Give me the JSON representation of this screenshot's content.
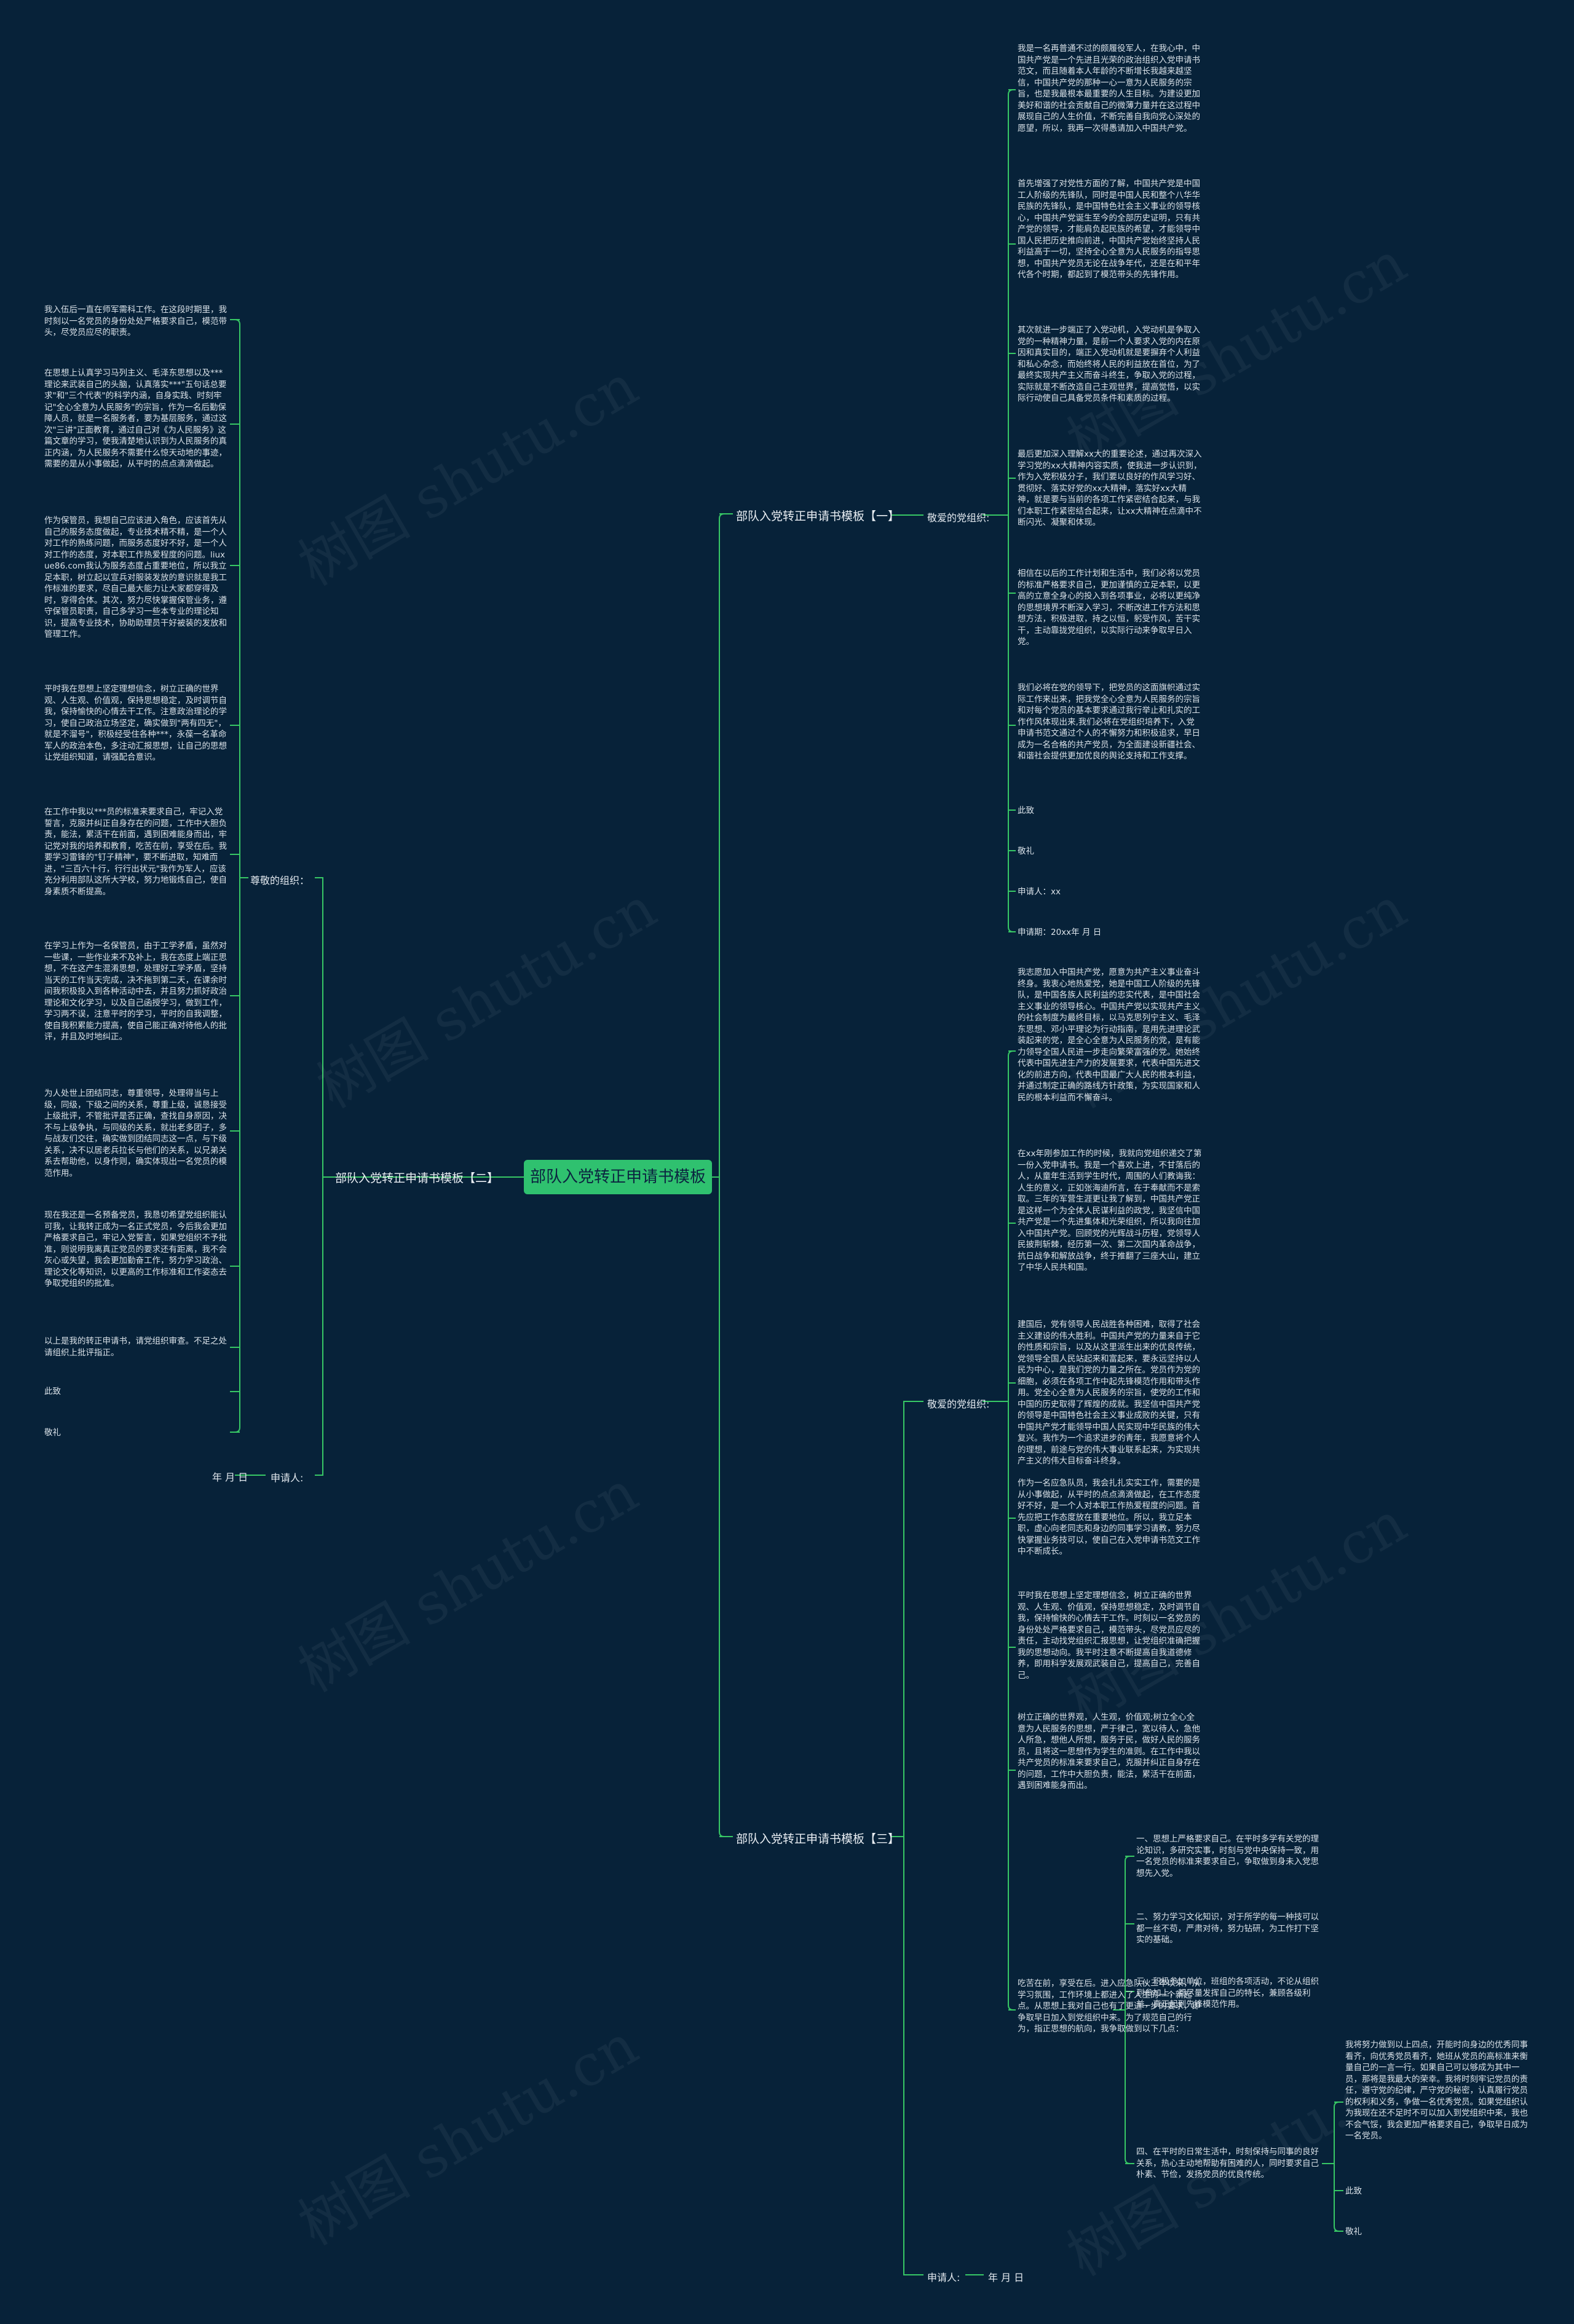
{
  "root": "部队入党转正申请书模板",
  "branches": {
    "b1": "部队入党转正申请书模板【一】",
    "b2": "部队入党转正申请书模板【二】",
    "b3": "部队入党转正申请书模板【三】"
  },
  "b1": {
    "salutation": "敬爱的党组织:",
    "paras": [
      "我是一名再普通不过的颇履役军人，在我心中，中国共产党是一个先进且光荣的政治组织入党申请书范文，而且随着本人年龄的不断增长我越来越坚信，中国共产党的那种一心一意为人民服务的宗旨，也是我最根本最重要的人生目标。为建设更加美好和谐的社会贡献自己的微薄力量并在这过程中展现自己的人生价值，不断完善自我向党心深处的愿望，所以，我再一次得愚请加入中国共产党。",
      "首先增强了对党性方面的了解，中国共产党是中国工人阶级的先锋队，同时是中国人民和整个八华华民族的先锋队，是中国特色社会主义事业的领导核心，中国共产党诞生至今的全部历史证明，只有共产党的领导，才能肩负起民族的希望，才能领导中国人民把历史推向前进，中国共产党始终坚持人民利益高于一切，坚持全心全意为人民服务的指导思想，中国共产党员无论在战争年代，还是在和平年代各个时期，都起到了模范带头的先锋作用。",
      "其次就进一步端正了入党动机，入党动机是争取入党的一种精神力量，是前一个人要求入党的内在原因和真实目的，端正入党动机就是要摒弃个人利益和私心杂念，而始终将人民的利益放在首位，为了最终实现共产主义而奋斗终生，争取入党的过程，实际就是不断改造自己主观世界，提高觉悟，以实际行动使自己具备党员条件和素质的过程。",
      "最后更加深入理解xx大的重要论述，通过再次深入学习党的xx大精神内容实质，使我进一步认识到，作为入党积极分子，我们要以良好的作风学习好、贯彻好、落实好党的xx大精神，落实好xx大精神，就是要与当前的各项工作紧密结合起来，与我们本职工作紧密结合起来，让xx大精神在点滴中不断闪光、凝聚和体现。",
      "相信在以后的工作计划和生活中，我们必将以党员的标准严格要求自己，更加谨慎的立足本职，以更高的立意全身心的投入到各项事业，必将以更纯净的思想境界不断深入学习，不断改进工作方法和思想方法，积极进取，持之以恒，躬受作风，苦干实干，主动靠拢党组织，以实际行动来争取早日入党。",
      "我们必将在党的领导下，把党员的这面旗帜通过实际工作来出来，把我党全心全意为人民服务的宗旨和对每个党员的基本要求通过我行举止和扎实的工作作风体现出来,我们必将在党组织培养下，入党申请书范文通过个人的不懈努力和积极追求，早日成为一名合格的共产党员，为全面建设新疆社会、和谐社会提供更加优良的舆论支持和工作支撑。",
      "此致",
      "敬礼",
      "申请人：xx",
      "申请期：20xx年 月 日"
    ]
  },
  "b2": {
    "salutation": "尊敬的组织：",
    "applicant": "申请人:",
    "date": "年 月 日",
    "paras": [
      "我入伍后一直在师军需科工作。在这段时期里，我时刻以一名党员的身份处处严格要求自己，模范带头，尽党员应尽的职责。",
      "在思想上认真学习马列主义、毛泽东思想以及***理论来武装自己的头脑，认真落实***\"五句话总要求\"和\"三个代表\"的科学内涵，自身实践、时刻牢记\"全心全意为人民服务\"的宗旨，作为一名后勤保障人员，就是一名服务者，要为基层服务，通过这次\"三讲\"正面教育，通过自己对《为人民服务》这篇文章的学习，使我清楚地认识到为人民服务的真正内涵，为人民服务不需要什么惊天动地的事迹，需要的是从小事做起，从平时的点点滴滴做起。",
      "作为保管员，我想自己应该进入角色，应该首先从自己的服务态度做起，专业技术精不精，是一个人对工作的熟练问题，而服务态度好不好，是一个人对工作的态度，对本职工作热爱程度的问题。liuxue86.com我认为服务态度占重要地位，所以我立足本职，树立起以宣兵对服装发放的意识就是我工作标准的要求，尽自己最大能力让大家都穿得及时，穿得合体。其次，努力尽快掌握保管业务，遵守保管员职责，自己多学习一些本专业的理论知识，提高专业技术，协助助理员干好被装的发放和管理工作。",
      "平时我在思想上坚定理想信念，树立正确的世界观、人生观、价值观，保持思想稳定，及时调节自我，保持愉快的心情去干工作。注意政治理论的学习，使自己政治立场坚定，确实做到\"两有四无\"，就是不溜号\"，积极经受住各种***，永葆一名革命军人的政治本色，多注动汇报思想，让自己的思想让党组织知道，请强配合意识。",
      "在工作中我以***员的标准来要求自己，牢记入党誓言，克服并纠正自身存在的问题，工作中大胆负责，能法，累活干在前面，遇到困难能身而出，牢记党对我的培养和教育，吃苦在前，享受在后。我要学习雷锋的\"钉子精神\"，要不断进取，知难而进，\"三百六十行，行行出状元\"我作为军人，应该充分利用部队这所大学校，努力地锻炼自己，使自身素质不断提高。",
      "在学习上作为一名保管员，由于工学矛盾，虽然对一些课，一些作业来不及补上，我在态度上端正思想，不在这产生混淆思想，处理好工学矛盾，坚持当天的工作当天完成，决不拖到第二天，在课余时间我积极投入到各种活动中去，并且努力抓好政治理论和文化学习，以及自己函授学习，做到工作，学习两不误，注意平时的学习，平时的自我调整，使自我积累能力提高，使自己能正确对待他人的批评，并且及时地纠正。",
      "为人处世上团结同志，尊重领导，处理得当与上级，同级，下级之间的关系，尊重上级，诚恳接受上级批评，不管批评是否正确，查找自身原因，决不与上级争执，与同级的关系，就出老多团子，多与战友们交往，确实做到团结同志这一点，与下级关系，决不以居老兵拉长与他们的关系，以兄弟关系去帮助他，以身作则，确实体现出一名党员的模范作用。",
      "现在我还是一名预备党员，我恳切希望党组织能认可我，让我转正成为一名正式党员，今后我会更加严格要求自己，牢记入党誓言，如果党组织不予批准，则说明我离真正党员的要求还有距离，我不会灰心或失望，我会更加勤奋工作，努力学习政治、理论文化等知识，以更高的工作标准和工作姿态去争取党组织的批准。",
      "以上是我的转正申请书，请党组织审查。不足之处请组织上批评指正。",
      "此致",
      "敬礼"
    ]
  },
  "b3": {
    "salutation": "敬爱的党组织:",
    "applicant": "申请人:",
    "date": "年 月 日",
    "paras": [
      "我志愿加入中国共产党，愿意为共产主义事业奋斗终身。我衷心地热爱党，她是中国工人阶级的先锋队，是中国各族人民利益的忠实代表，是中国社会主义事业的领导核心。中国共产党以实现共产主义的社会制度为最终目标，以马克思列宁主义、毛泽东思想、邓小平理论为行动指南，是用先进理论武装起来的党，是全心全意为人民服务的党，是有能力领导全国人民进一步走向繁荣富强的党。她始终代表中国先进生产力的发展要求，代表中国先进文化的前进方向，代表中国最广大人民的根本利益，并通过制定正确的路线方针政策，为实现国家和人民的根本利益而不懈奋斗。",
      "在xx年刚参加工作的时候，我就向党组织递交了第一份入党申请书。我是一个喜欢上进，不甘落后的人，从童年生活到学生时代，周围的人们教诲我：人生的意义，正如张海迪所言，在于奉献而不是索取。三年的军营生涯更让我了解到，中国共产党正是这样一个为全体人民谋利益的政党，我坚信中国共产党是一个先进集体和光荣组织，所以我向往加入中国共产党。回顾党的光辉战斗历程，党领导人民披荆斩棘，经历第一次、第二次国内革命战争，抗日战争和解放战争，终于推翻了三座大山，建立了中华人民共和国。",
      "建国后，党有领导人民战胜各种困难，取得了社会主义建设的伟大胜利。中国共产党的力量来自于它的性质和宗旨，以及从这里派生出来的优良传统，党领导全国人民站起来和富起来，要永远坚持以人民为中心，是我们党的力量之所在。党员作为党的细胞，必须在各项工作中起先锋模范作用和带头作用。党全心全意为人民服务的宗旨，使党的工作和中国的历史取得了辉煌的成就。我坚信中国共产党的领导是中国特色社会主义事业成败的关键，只有中国共产党才能领导中国人民实现中华民族的伟大复兴。我作为一个追求进步的青年，我愿意将个人的理想，前途与党的伟大事业联系起来，为实现共产主义的伟大目标奋斗终身。",
      "作为一名应急队员，我会扎扎实实工作，需要的是从小事做起，从平时的点点滴滴做起，在工作态度好不好，是一个人对本职工作热爱程度的问题。首先应把工作态度放在重要地位。所以，我立足本职，虚心向老同志和身边的同事学习请教，努力尽快掌握业务技可以，使自己在入党申请书范文工作中不断成长。",
      "平时我在思想上坚定理想信念，树立正确的世界观、人生观、价值观，保持思想稳定，及时调节自我，保持愉快的心情去干工作。时刻以一名党员的身份处处严格要求自己，模范带头，尽党员应尽的责任，主动找党组织汇报思想，让党组织准确把握我的思想动向。我平时注意不断提高自我道德修养，即用科学发展观武装自己，提高自己，完善自己。",
      "树立正确的世界观，人生观，价值观;树立全心全意为人民服务的思想，严于律己，宽以待人，急他人所急，想他人所想，服务于民，做好人民的服务员，且将这一思想作为学生的准则。在工作中我以共产党员的标准来要求自己，克服并纠正自身存在的问题，工作中大胆负责，能法，累活干在前面，遇到困难能身而出。",
      "吃苦在前，享受在后。进入应急队伙三年以来，从学习氛围，工作环境上都进入了人生的一个新起点。从思想上我对自己也有了更进一步的要求，即争取早日加入到党组织中来。为了规范自己的行为，指正思想的航向，我争取做到以下几点："
    ],
    "points": [
      "一、思想上严格要求自己。在平时多学有关党的理论知识，多研究实事，时刻与党中央保持一致，用一名党员的标准来要求自己，争取做到身未入党思想先入党。",
      "二、努力学习文化知识，对于所学的每一种技可以都一丝不苟，严肃对待，努力钻研，为工作打下坚实的基础。",
      "三、积极参加单位，班组的各项活动，不论从组织到参加上，都尽量发挥自己的特长，兼顾各级利益，真正起到先锋模范作用。",
      "四、在平时的日常生活中，时刻保持与同事的良好关系，热心主动地帮助有困难的人，同时要求自己朴素、节俭，发扬党员的优良传统。"
    ],
    "closing": [
      "我将努力做到以上四点，开能时向身边的优秀同事看齐，向优秀党员看齐，她班从党员的高标准来衡量自己的一言一行。如果自己可以够成为其中一员，那将是我最大的荣幸。我将时刻牢记党员的责任，遵守党的纪律，严守党的秘密，认真履行党员的权利和义务，争做一名优秀党员。如果党组织认为我现在还不足时不可以加入到党组织中来，我也不会气馁，我会更加严格要求自己，争取早日成为一名党员。",
      "此致",
      "敬礼"
    ]
  },
  "watermark": "树图 shutu.cn",
  "colors": {
    "background": "#072239",
    "line": "#37c765",
    "root_fill": "#2fc16f"
  }
}
